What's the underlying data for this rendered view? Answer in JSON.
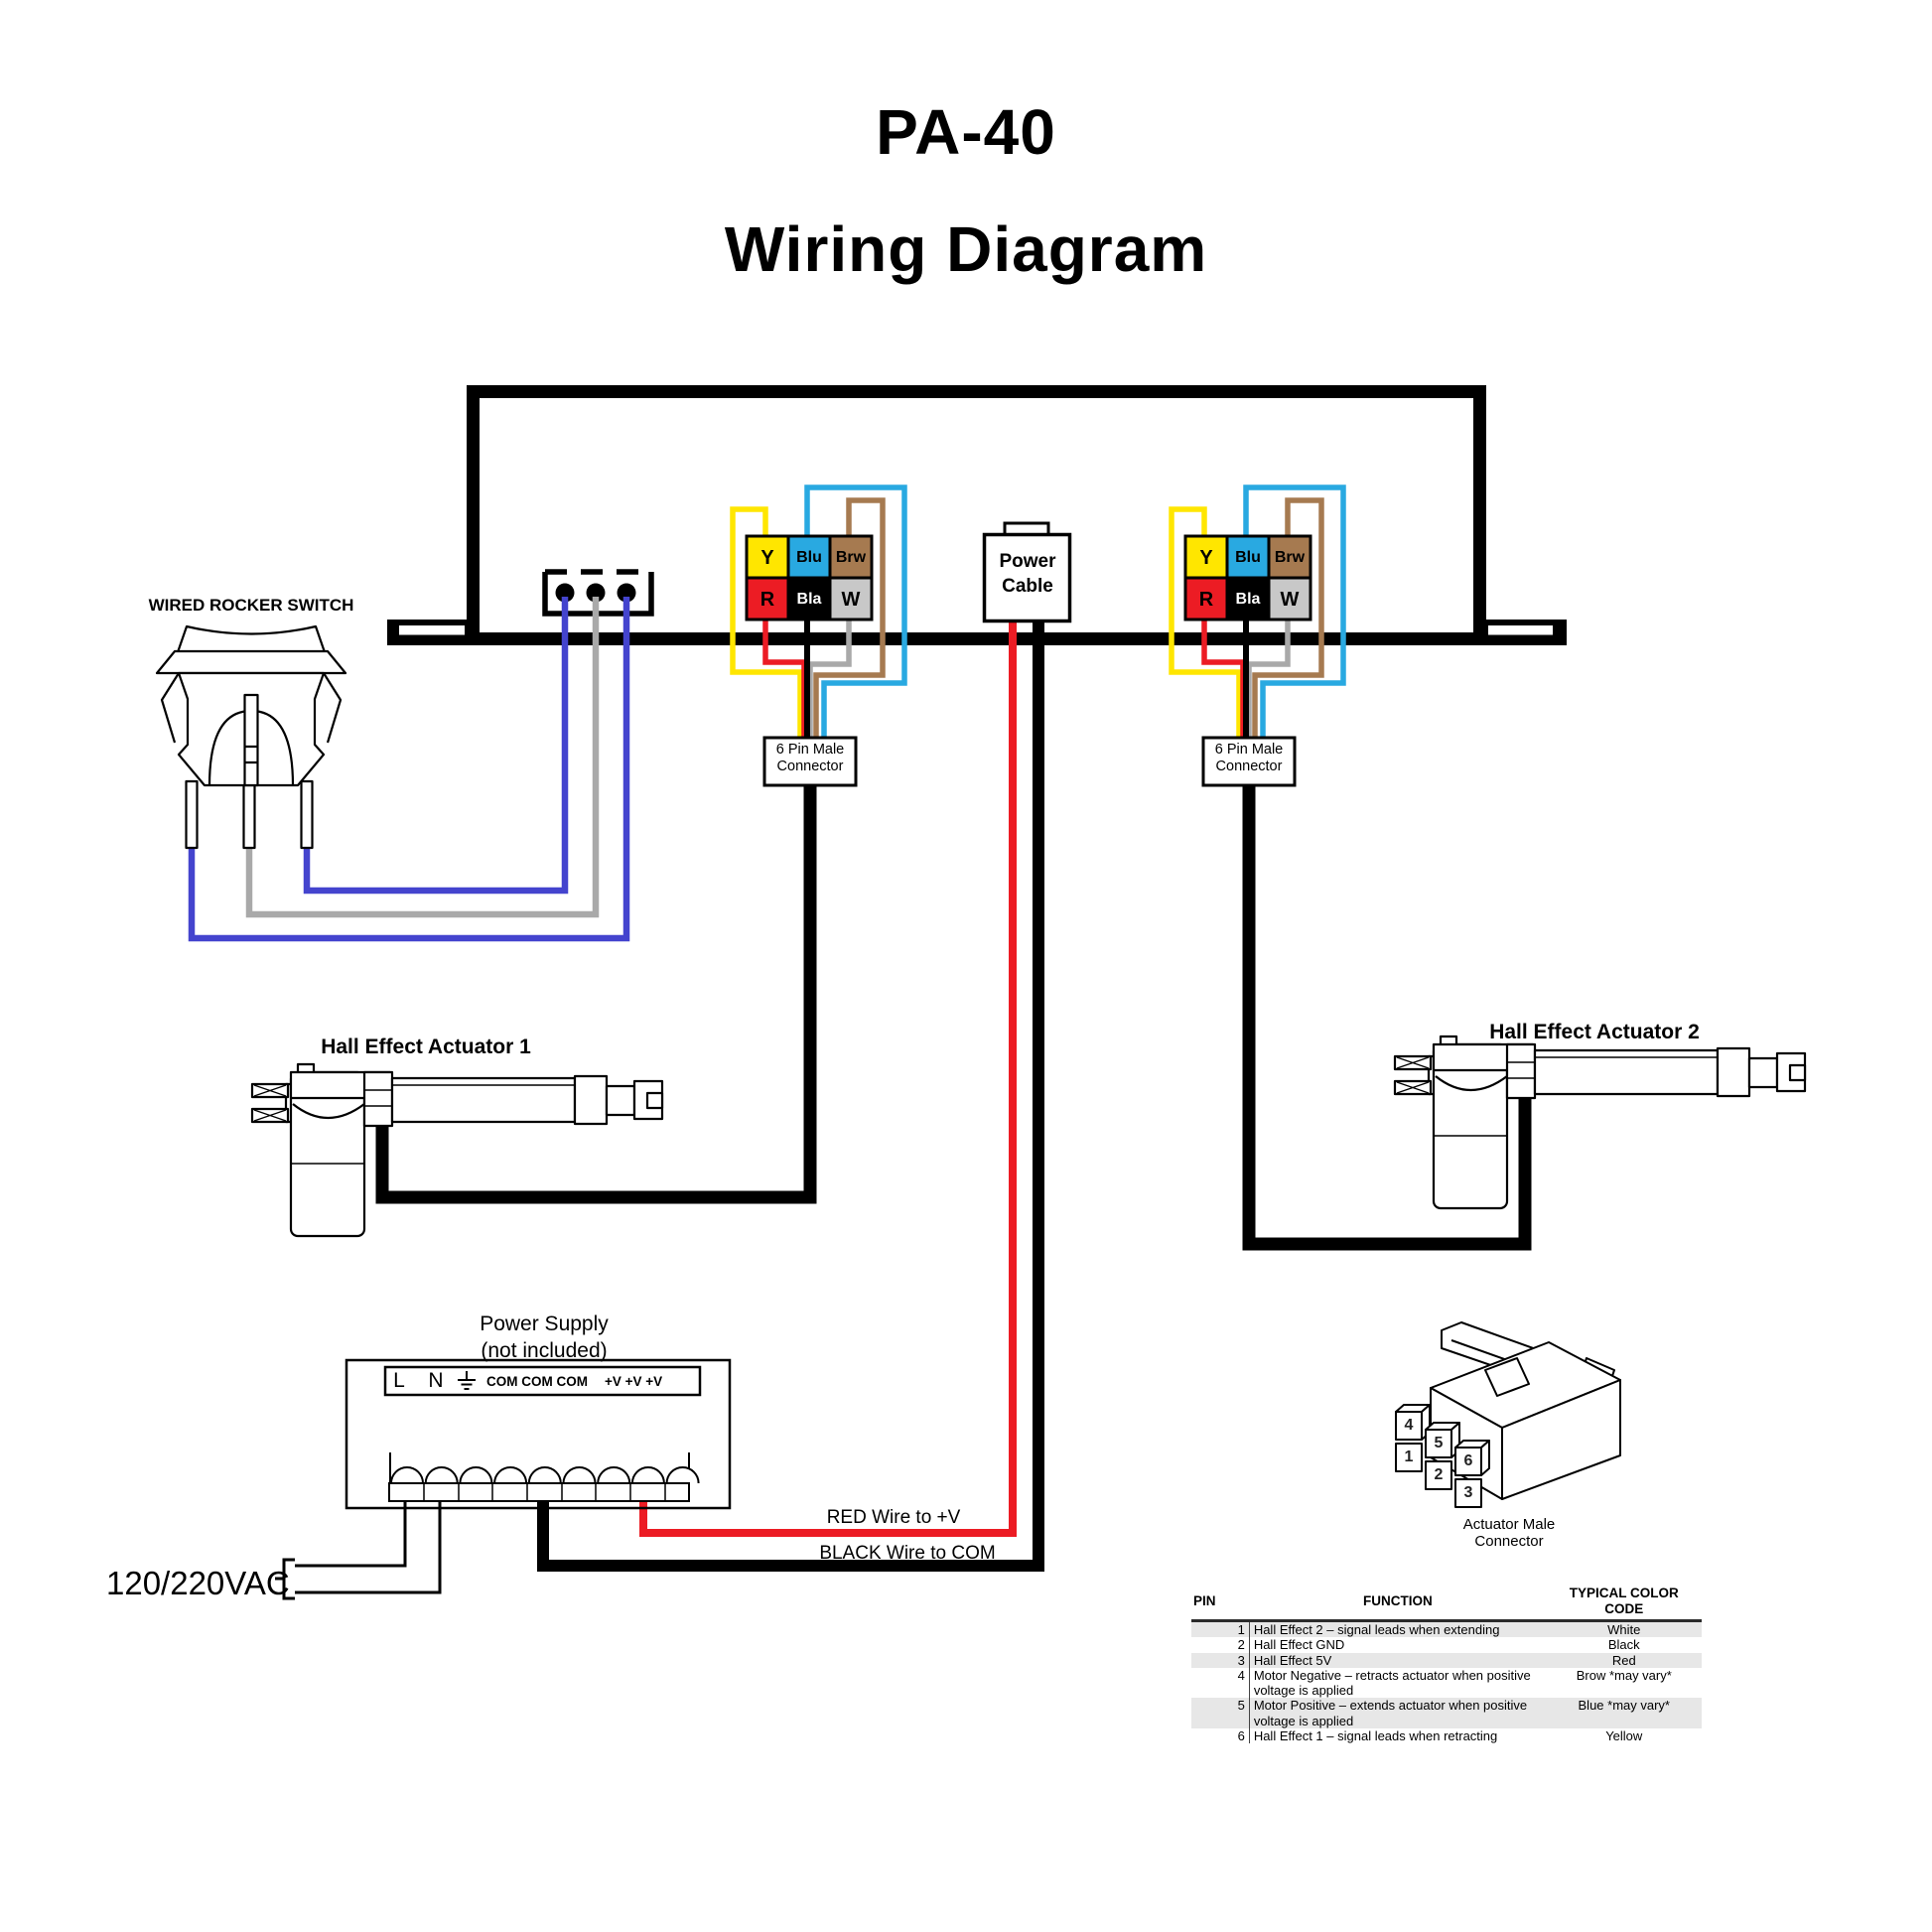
{
  "title": {
    "line1": "PA-40",
    "line2": "Wiring Diagram"
  },
  "labels": {
    "rocker_switch": "WIRED ROCKER SWITCH",
    "actuator1": "Hall Effect Actuator 1",
    "actuator2": "Hall Effect Actuator 2",
    "power_supply_line1": "Power Supply",
    "power_supply_line2": "(not included)",
    "ac_input": "120/220VAC",
    "red_wire": "RED Wire to +V",
    "black_wire": "BLACK Wire to COM",
    "male_connector_line1": "Actuator Male",
    "male_connector_line2": "Connector"
  },
  "power_cable": {
    "line1": "Power",
    "line2": "Cable"
  },
  "pin_connector_label": {
    "line1": "6 Pin Male",
    "line2": "Connector"
  },
  "connector_cells": {
    "y": "Y",
    "blu": "Blu",
    "brw": "Brw",
    "r": "R",
    "bla": "Bla",
    "w": "W"
  },
  "power_supply_terminals": {
    "l": "L",
    "n": "N",
    "com": "COM COM COM",
    "v": "+V +V +V"
  },
  "male_connector_pins": [
    "4",
    "5",
    "6",
    "1",
    "2",
    "3"
  ],
  "pin_table": {
    "headers": [
      "PIN",
      "FUNCTION",
      "TYPICAL COLOR CODE"
    ],
    "rows": [
      {
        "pin": "1",
        "function": "Hall Effect 2 – signal leads when extending",
        "color": "White"
      },
      {
        "pin": "2",
        "function": "Hall Effect GND",
        "color": "Black"
      },
      {
        "pin": "3",
        "function": "Hall Effect 5V",
        "color": "Red"
      },
      {
        "pin": "4",
        "function": "Motor Negative – retracts actuator when positive voltage is applied",
        "color": "Brow  *may vary*"
      },
      {
        "pin": "5",
        "function": "Motor Positive – extends actuator when positive voltage is applied",
        "color": "Blue  *may vary*"
      },
      {
        "pin": "6",
        "function": "Hall Effect 1 – signal leads when retracting",
        "color": "Yellow"
      }
    ]
  },
  "colors": {
    "cell_yellow": "#FFE600",
    "cell_blue": "#29A9E1",
    "cell_brown": "#A67A50",
    "cell_red": "#EC1C24",
    "cell_black": "#000000",
    "cell_gray": "#C8C8C8",
    "wire_yellow": "#FFE600",
    "wire_cyan": "#29A9E1",
    "wire_brown": "#A67A50",
    "wire_red": "#EC1C24",
    "wire_switch_blue": "#4444CE",
    "wire_gray": "#A9A9A9",
    "table_stripe": "#E7E7E7"
  }
}
